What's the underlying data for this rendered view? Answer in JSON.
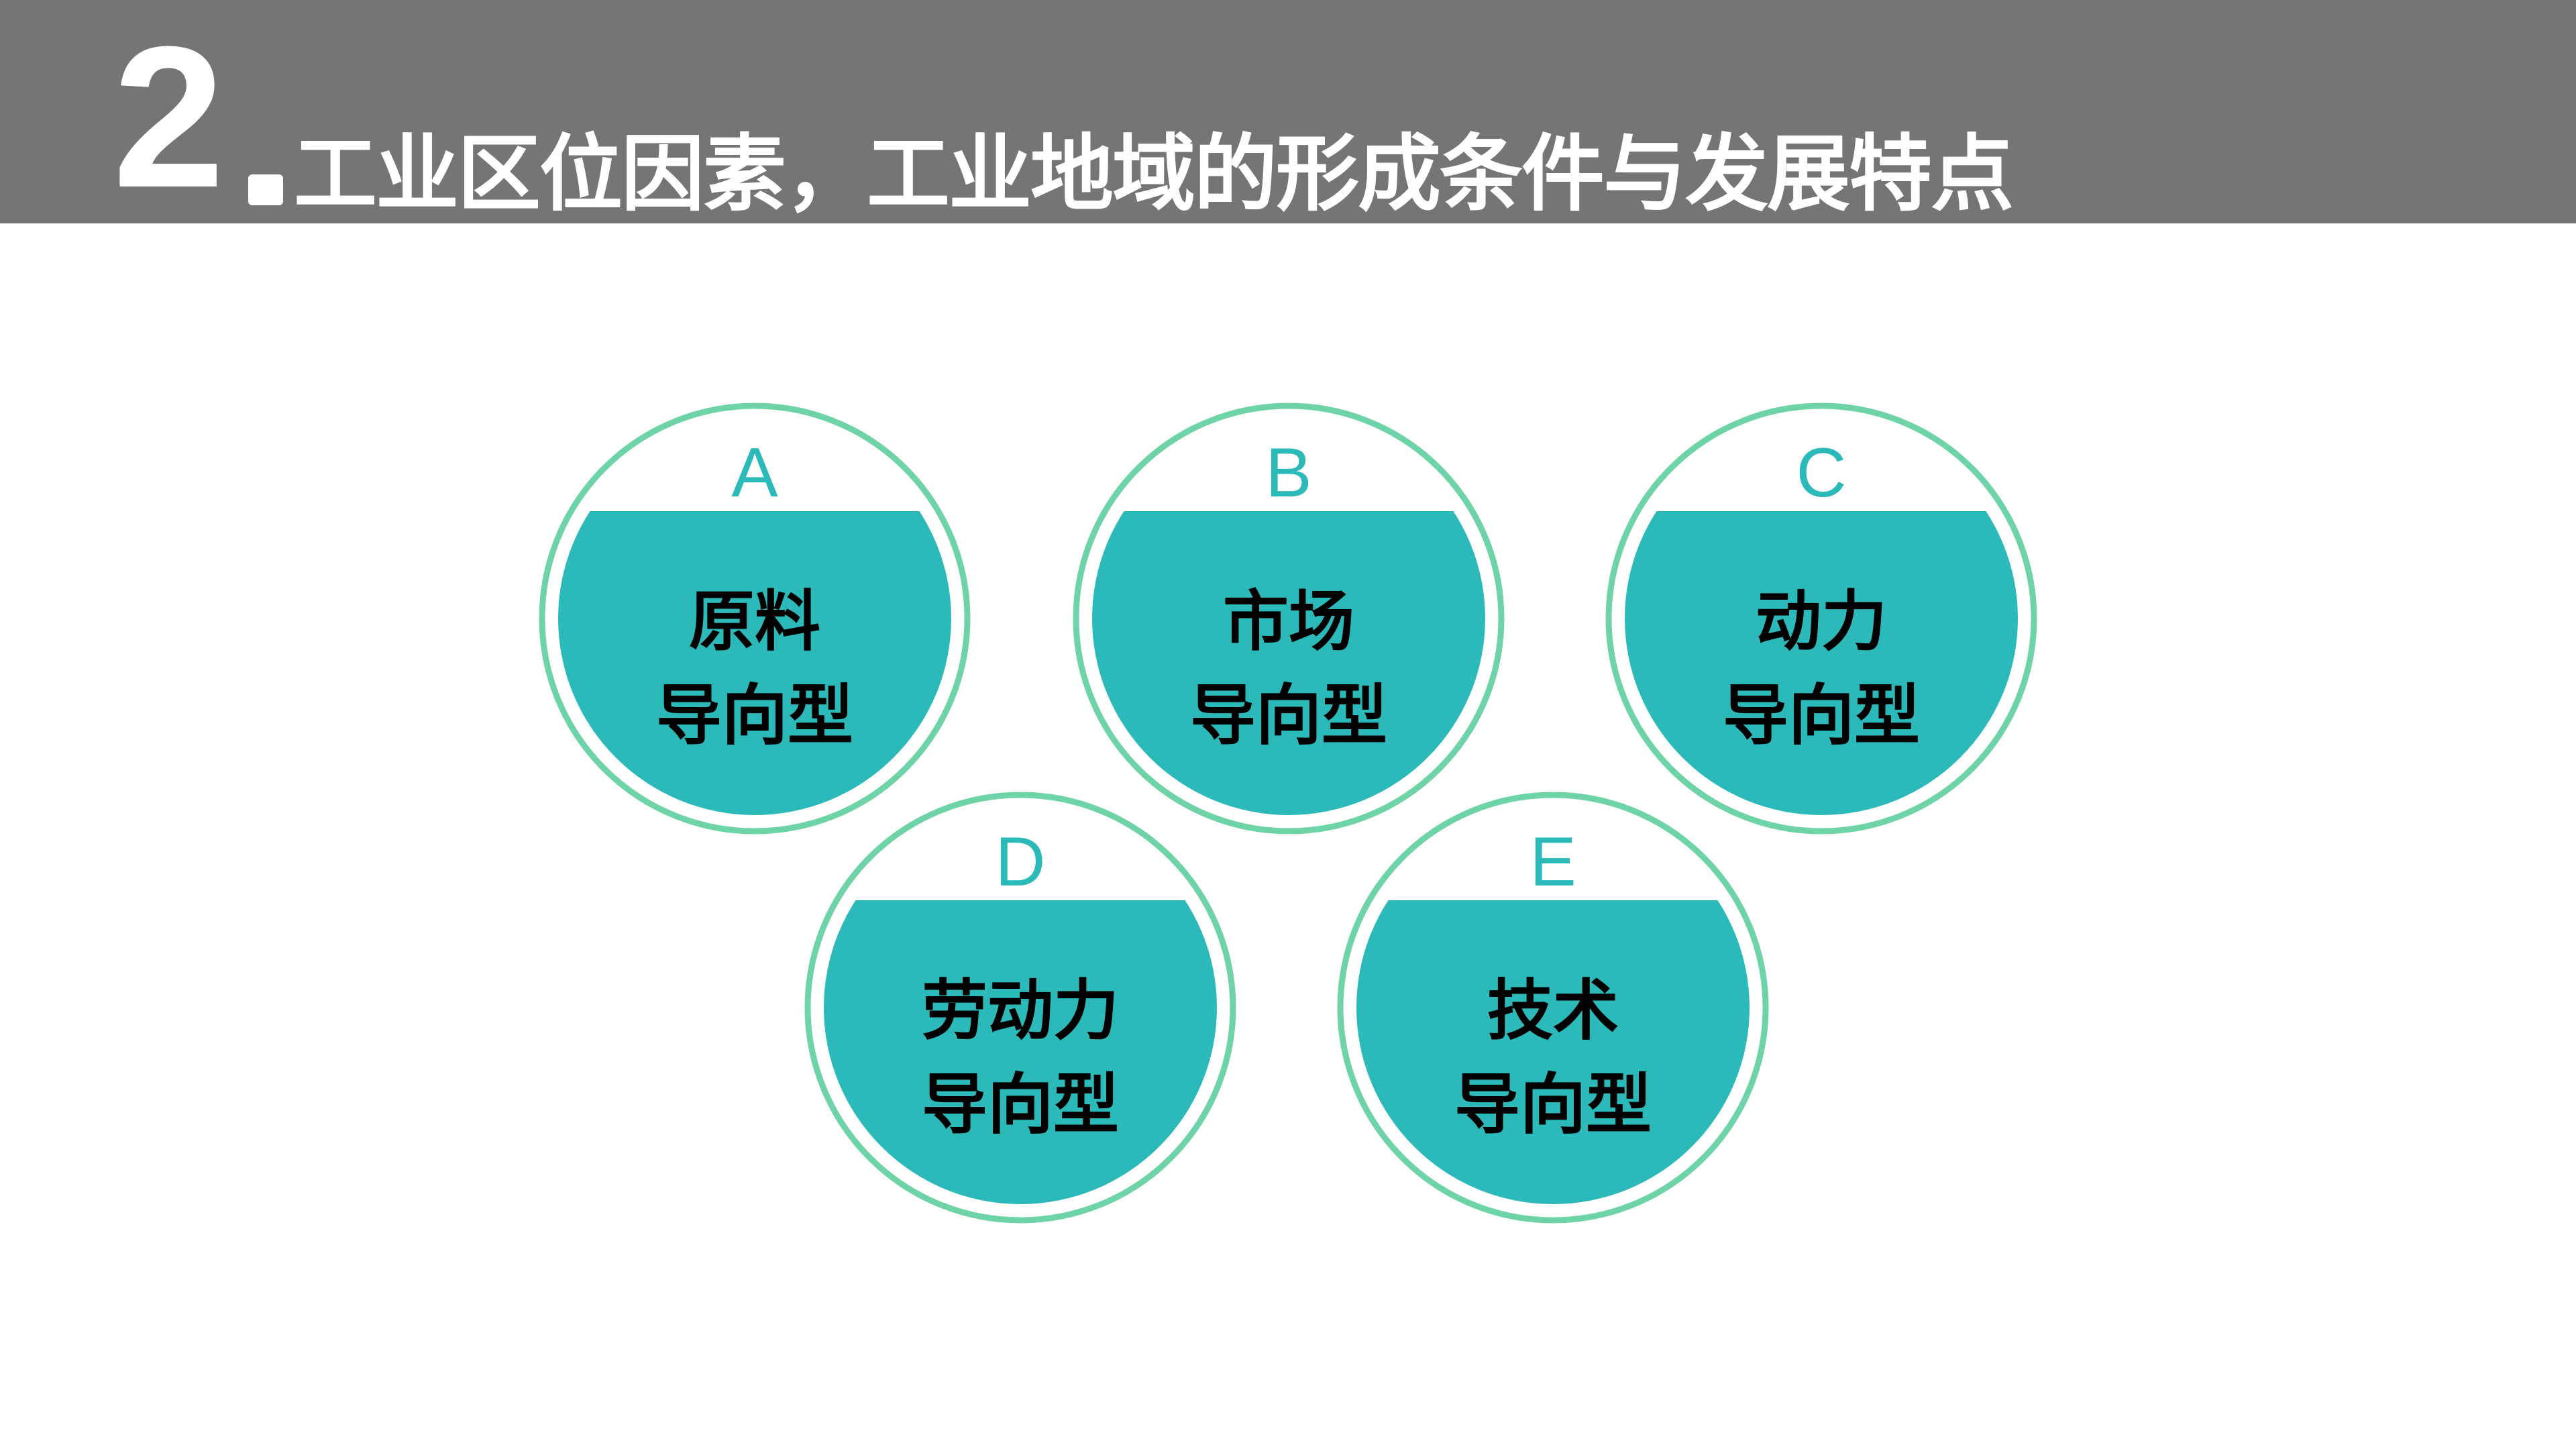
{
  "header": {
    "number": "2",
    "title": "工业区位因素，工业地域的形成条件与发展特点"
  },
  "colors": {
    "header_bg": "#757575",
    "ring": "#6fd3a8",
    "fill": "#2bbab9",
    "letter": "#2bbab9"
  },
  "items": [
    {
      "letter": "A",
      "line1": "原料",
      "line2": "导向型"
    },
    {
      "letter": "B",
      "line1": "市场",
      "line2": "导向型"
    },
    {
      "letter": "C",
      "line1": "动力",
      "line2": "导向型"
    },
    {
      "letter": "D",
      "line1": "劳动力",
      "line2": "导向型"
    },
    {
      "letter": "E",
      "line1": "技术",
      "line2": "导向型"
    }
  ]
}
